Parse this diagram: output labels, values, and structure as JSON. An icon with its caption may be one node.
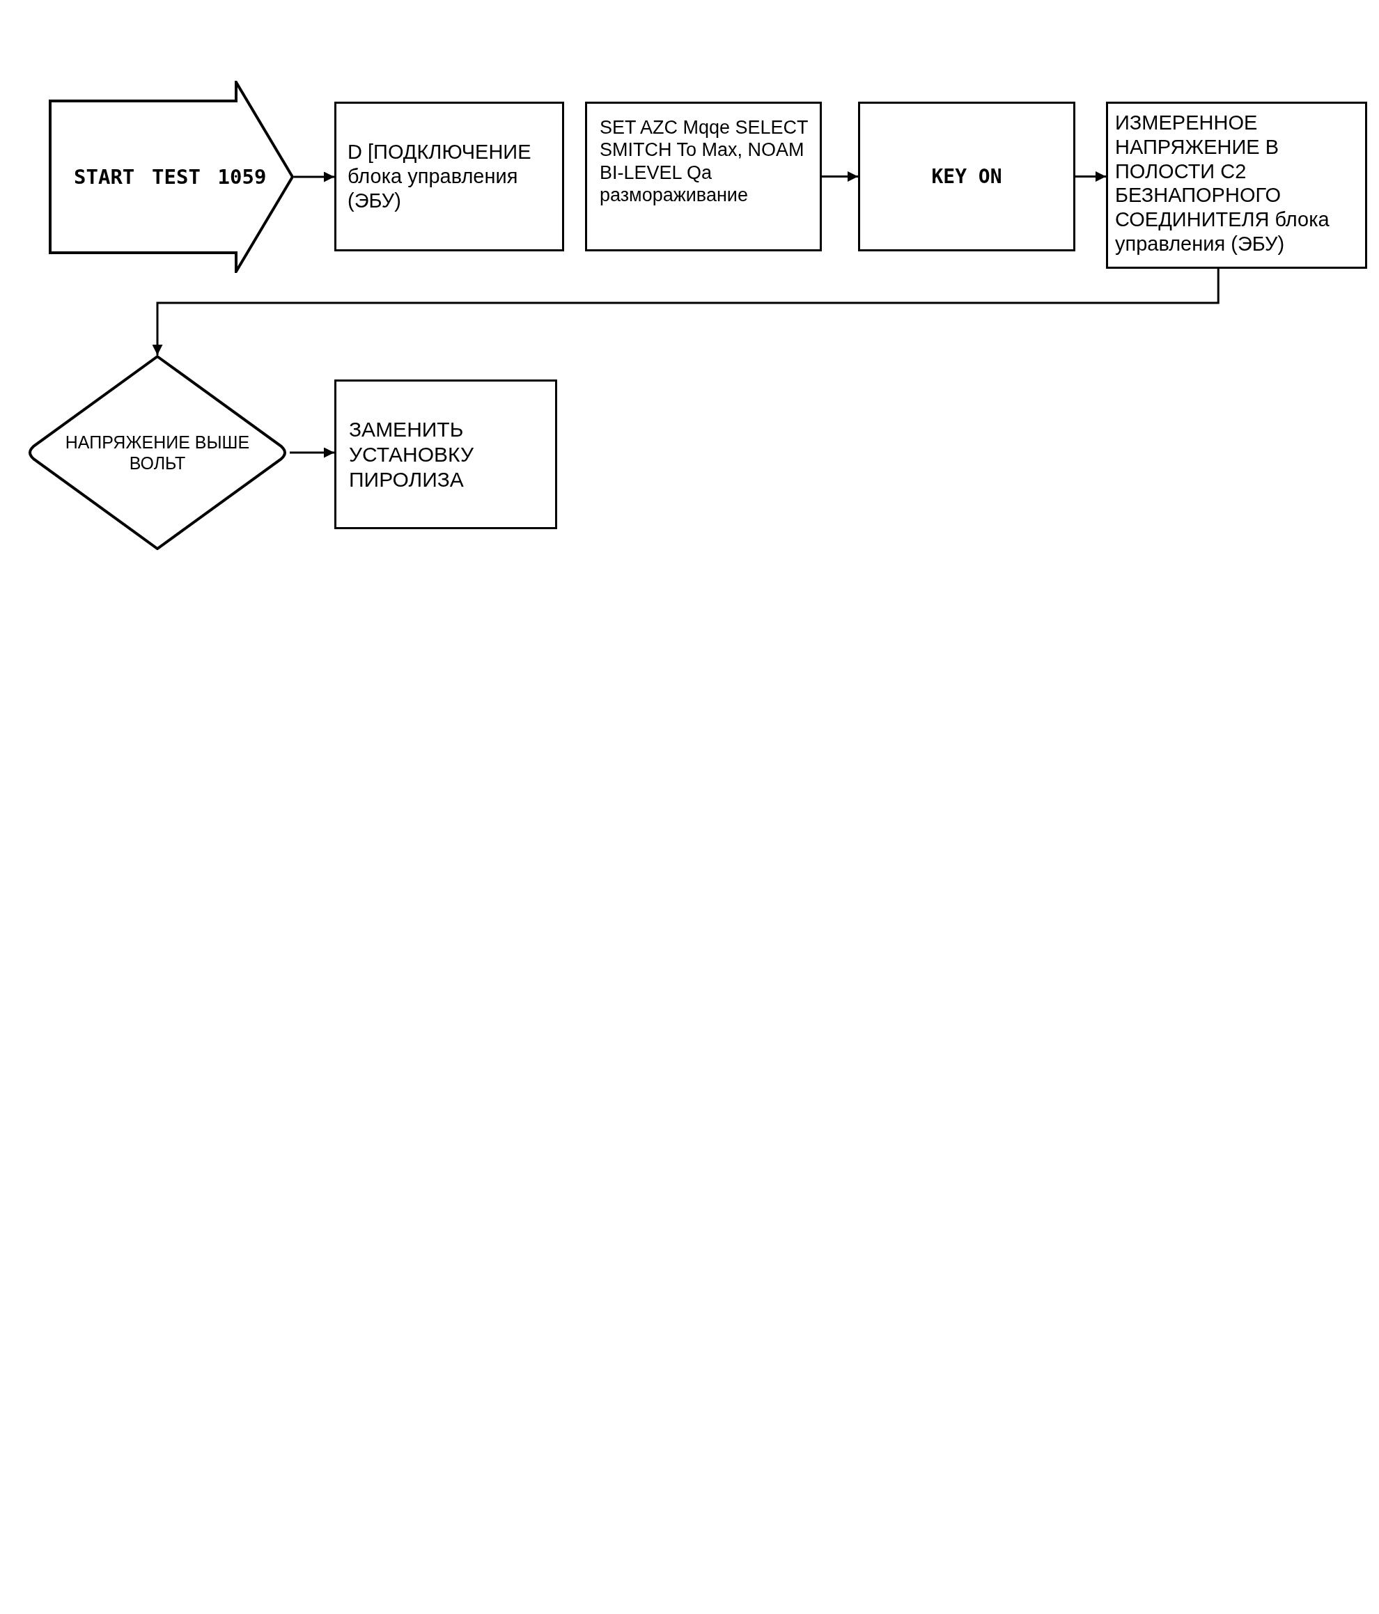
{
  "diagram": {
    "nodes": [
      {
        "text": [
          "START TEST 1059"
        ]
      },
      {
        "text": [
          "D [ПОДКЛЮЧЕНИЕ блока управления (ЭБУ)"
        ]
      },
      {
        "text": [
          "SET AZC Mqqe SELECT SMITCH To Max, NOAM BI-LEVEL Qa размораживание"
        ]
      },
      {
        "text": [
          "KEY ON"
        ]
      },
      {
        "text": [
          "ИЗМЕРЕННОЕ НАПРЯЖЕНИЕ В ПОЛОСТИ C2 БЕЗНАПОРНОГО СОЕДИНИТЕЛЯ блока управления (ЭБУ)"
        ]
      },
      {
        "text": [
          "НАПРЯЖЕНИЕ ВЫШЕ ВОЛЬТ"
        ]
      },
      {
        "text": [
          "ЗАМЕНИТЬ УСТАНОВКУ ПИРОЛИЗА"
        ]
      }
    ],
    "edges": [
      {
        "from": 0,
        "to": 1,
        "arrow": "to"
      },
      {
        "from": 2,
        "to": 3,
        "arrow": "to"
      },
      {
        "from": 3,
        "to": 4,
        "arrow": "to"
      },
      {
        "from": 4,
        "to": 5,
        "arrow": "to"
      },
      {
        "from": 5,
        "to": 6,
        "arrow": "to"
      }
    ]
  }
}
